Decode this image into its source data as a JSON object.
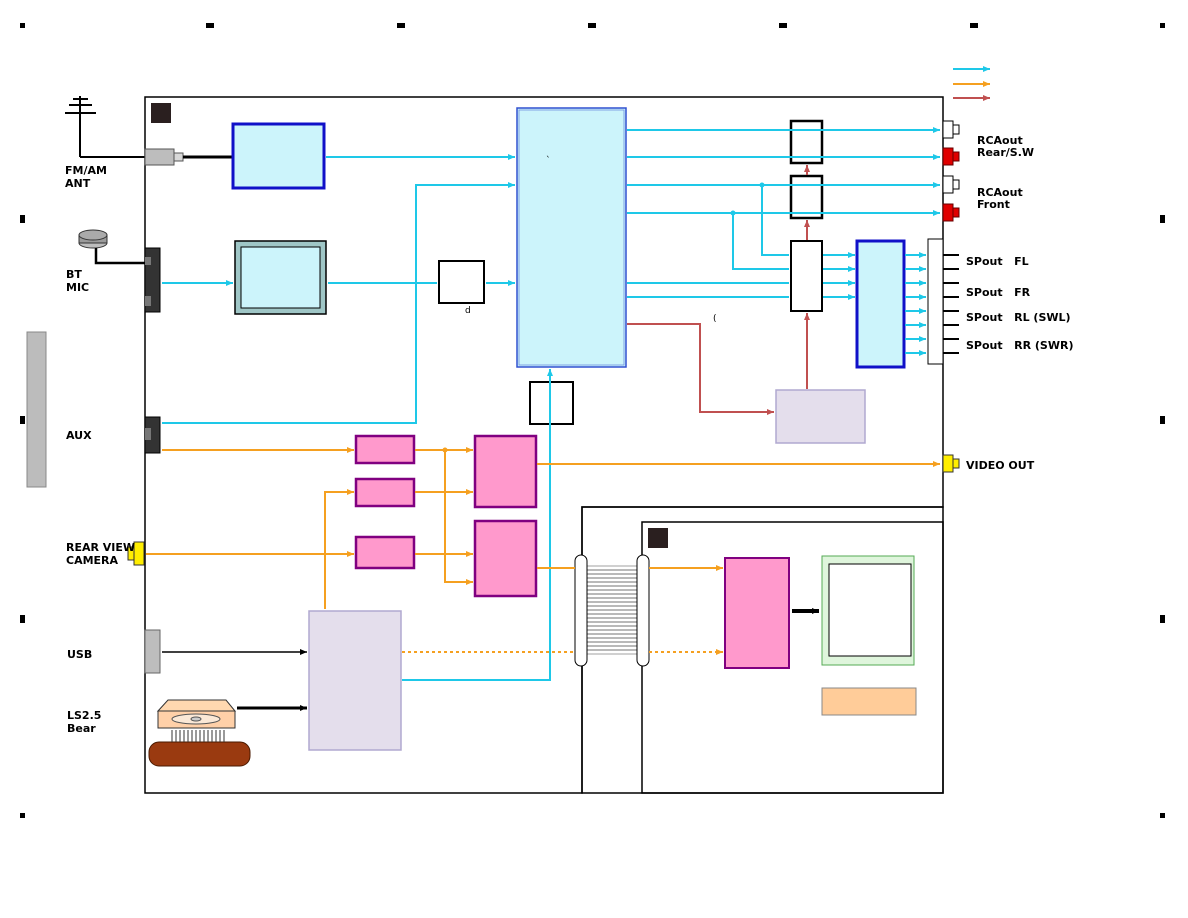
{
  "labels": {
    "fm_am_ant": [
      "FM/AM",
      "ANT"
    ],
    "bt_mic": [
      "BT",
      "MIC"
    ],
    "aux": "AUX",
    "rear_view_camera": [
      "REAR VIEW",
      "CAMERA"
    ],
    "usb": "USB",
    "ls25_bear": [
      "LS2.5",
      "Bear"
    ],
    "rca_rear": [
      "RCAout",
      "Rear/S.W"
    ],
    "rca_front": [
      "RCAout",
      "Front"
    ],
    "sp_fl": "SPout   FL",
    "sp_fr": "SPout   FR",
    "sp_rl": "SPout   RL (SWL)",
    "sp_rr": "SPout   RR (SWR)",
    "video_out": "VIDEO OUT",
    "dsp_mark": "`",
    "d_mark": "d",
    "paren_mark": "("
  },
  "legend": [
    {
      "color": "#1ec8e8"
    },
    {
      "color": "#f5a020"
    },
    {
      "color": "#c05050"
    }
  ],
  "colors": {
    "audio_line": "#1ec8e8",
    "video_line": "#f5a020",
    "control_line": "#c05050",
    "tuner_fill": "#ccf4fb",
    "tuner_border": "#1010c8",
    "video_ic_fill": "#ff99cc",
    "video_ic_border": "#800080",
    "controller_fill": "#e4deec",
    "controller_border": "#b0a8d0",
    "rca_red": "#e00000",
    "rca_yellow": "#ffee00",
    "lcd_fill": "#dff5dc",
    "orange_block": "#ffcc99"
  }
}
